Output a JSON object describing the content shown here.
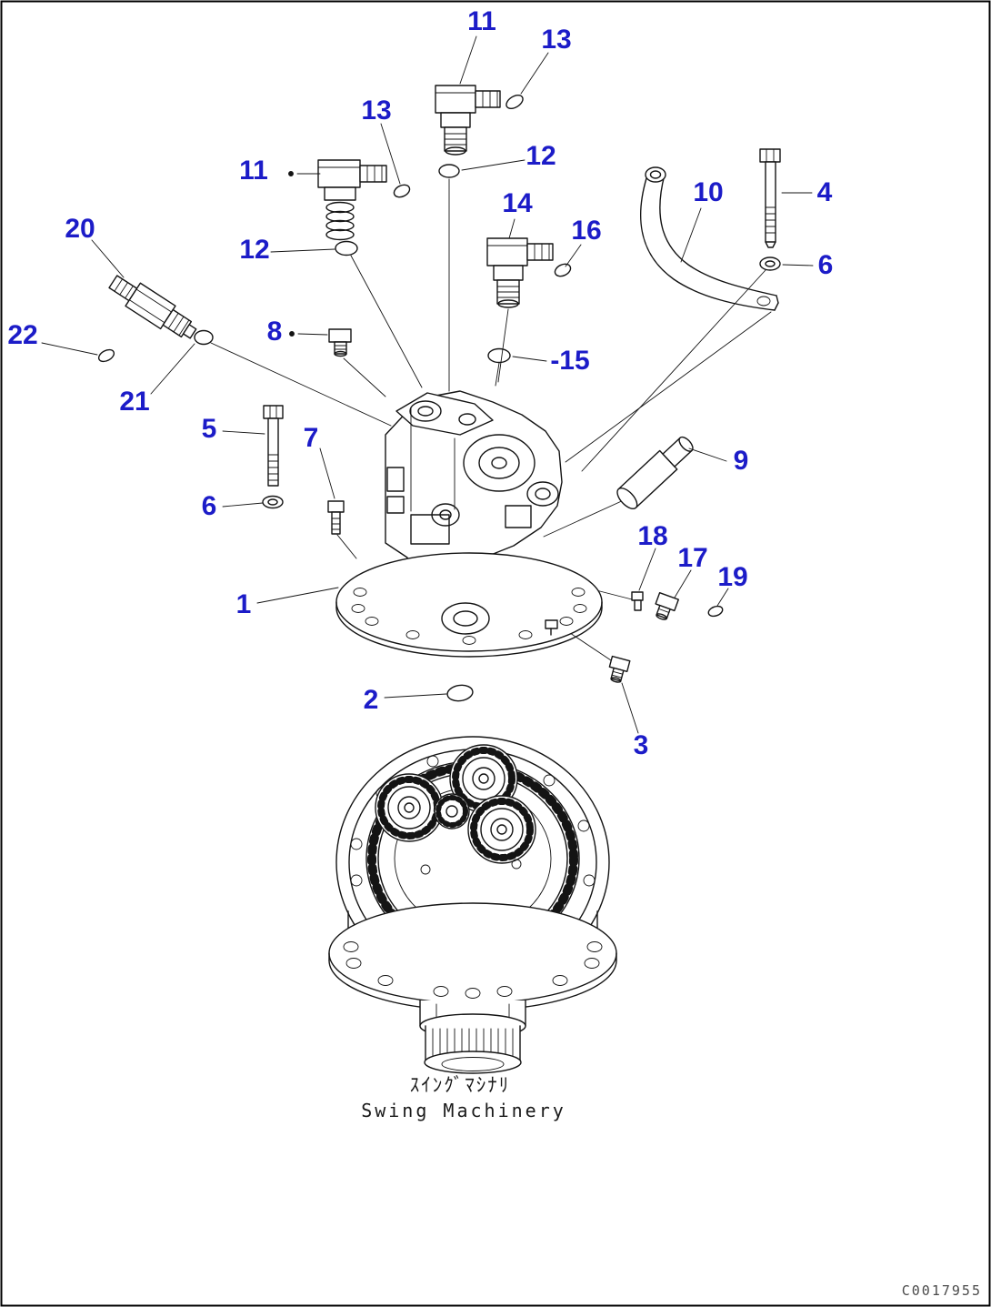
{
  "colors": {
    "callout": "#1c1cc8",
    "line": "#141414",
    "background": "#ffffff"
  },
  "captions": {
    "japanese": "ｽｲﾝｸﾞﾏｼﾅﾘ",
    "english": "Swing Machinery",
    "doc_code": "C0017955"
  },
  "callouts": [
    {
      "label": "11"
    },
    {
      "label": "13"
    },
    {
      "label": "13"
    },
    {
      "label": "11"
    },
    {
      "label": "12"
    },
    {
      "label": "14"
    },
    {
      "label": "10"
    },
    {
      "label": "4"
    },
    {
      "label": "16"
    },
    {
      "label": "20"
    },
    {
      "label": "12"
    },
    {
      "label": "6"
    },
    {
      "label": "22"
    },
    {
      "label": "8"
    },
    {
      "label": "-15"
    },
    {
      "label": "21"
    },
    {
      "label": "5"
    },
    {
      "label": "7"
    },
    {
      "label": "9"
    },
    {
      "label": "6"
    },
    {
      "label": "18"
    },
    {
      "label": "17"
    },
    {
      "label": "19"
    },
    {
      "label": "1"
    },
    {
      "label": "2"
    },
    {
      "label": "3"
    }
  ]
}
